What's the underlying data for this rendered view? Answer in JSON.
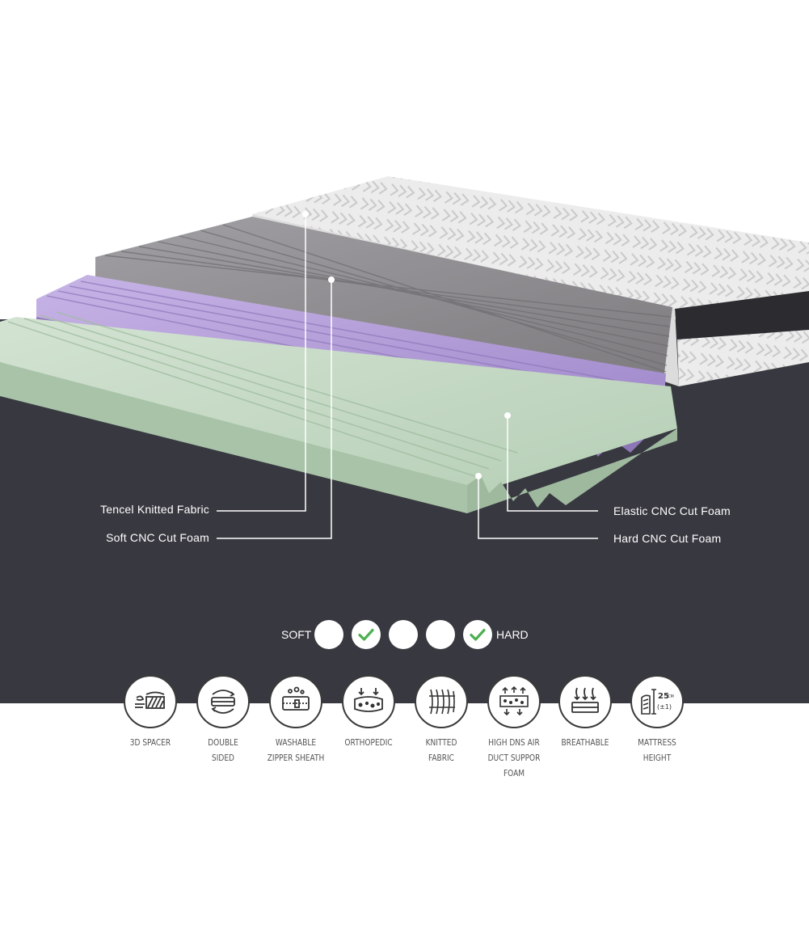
{
  "callouts": {
    "tencel": "Tencel Knitted Fabric",
    "soft_foam": "Soft CNC Cut Foam",
    "elastic_foam": "Elastic CNC Cut Foam",
    "hard_foam": "Hard CNC Cut Foam"
  },
  "firmness": {
    "soft_label": "SOFT",
    "hard_label": "HARD",
    "levels": [
      {
        "checked": false
      },
      {
        "checked": true
      },
      {
        "checked": false
      },
      {
        "checked": false
      },
      {
        "checked": true
      }
    ],
    "check_color": "#4caf50"
  },
  "features": [
    {
      "icon": "3d-spacer-icon",
      "lines": [
        "3D SPACER"
      ]
    },
    {
      "icon": "double-sided-icon",
      "lines": [
        "DOUBLE",
        "SIDED"
      ]
    },
    {
      "icon": "washable-zipper-icon",
      "lines": [
        "WASHABLE",
        "ZIPPER SHEATH"
      ]
    },
    {
      "icon": "orthopedic-icon",
      "lines": [
        "ORTHOPEDIC"
      ]
    },
    {
      "icon": "knitted-fabric-icon",
      "lines": [
        "KNITTED",
        "FABRIC"
      ]
    },
    {
      "icon": "air-duct-foam-icon",
      "lines": [
        "HIGH DNS AIR",
        "DUCT SUPPOR",
        "FOAM"
      ]
    },
    {
      "icon": "breathable-icon",
      "lines": [
        "BREATHABLE"
      ]
    },
    {
      "icon": "mattress-height-icon",
      "lines": [
        "MATTRESS",
        "HEIGHT"
      ]
    }
  ],
  "height_icon": {
    "value": "25",
    "unit": "CM",
    "tolerance": "(±1)"
  },
  "colors": {
    "background_dark": "#383840",
    "cover": "#e9e9e9",
    "soft_foam": "#8d8a8e",
    "elastic_foam": "#b59fd6",
    "hard_foam": "#c4d8c4"
  }
}
